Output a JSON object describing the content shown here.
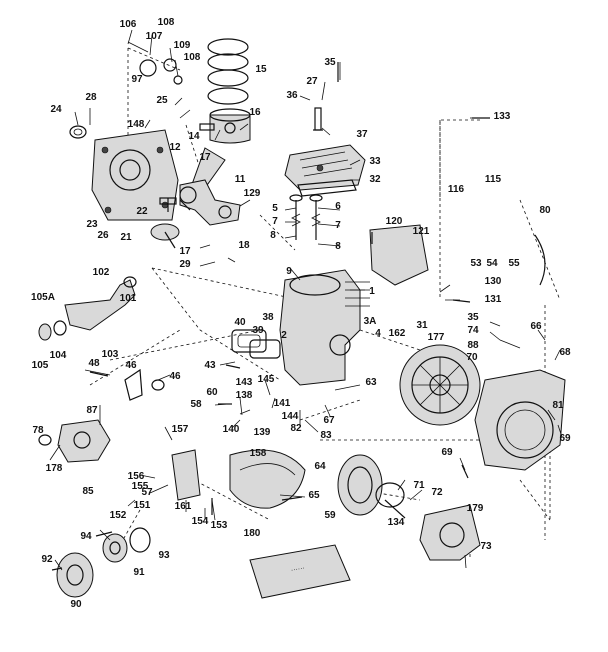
{
  "diagram": {
    "callouts": [
      "106",
      "108",
      "107",
      "109",
      "108",
      "97",
      "15",
      "35",
      "27",
      "36",
      "37",
      "133",
      "24",
      "28",
      "148",
      "25",
      "16",
      "14",
      "33",
      "32",
      "12",
      "17",
      "11",
      "129",
      "115",
      "116",
      "5",
      "120",
      "121",
      "23",
      "26",
      "22",
      "21",
      "6",
      "7",
      "7",
      "8",
      "8",
      "80",
      "17",
      "18",
      "29",
      "9",
      "53",
      "54",
      "55",
      "102",
      "130",
      "101",
      "105A",
      "1",
      "131",
      "104",
      "105",
      "103",
      "35",
      "74",
      "66",
      "40",
      "38",
      "39",
      "3A",
      "4",
      "162",
      "31",
      "177",
      "88",
      "68",
      "70",
      "2",
      "48",
      "43",
      "46",
      "46",
      "60",
      "143",
      "145",
      "141",
      "63",
      "58",
      "138",
      "140",
      "139",
      "144",
      "67",
      "87",
      "82",
      "83",
      "81",
      "69",
      "78",
      "157",
      "156",
      "158",
      "64",
      "178",
      "85",
      "57",
      "155",
      "151",
      "161",
      "154",
      "153",
      "65",
      "59",
      "71",
      "72",
      "179",
      "134",
      "69",
      "152",
      "94",
      "93",
      "180",
      "91",
      "73",
      "92",
      "90"
    ],
    "plate_label": "······"
  }
}
